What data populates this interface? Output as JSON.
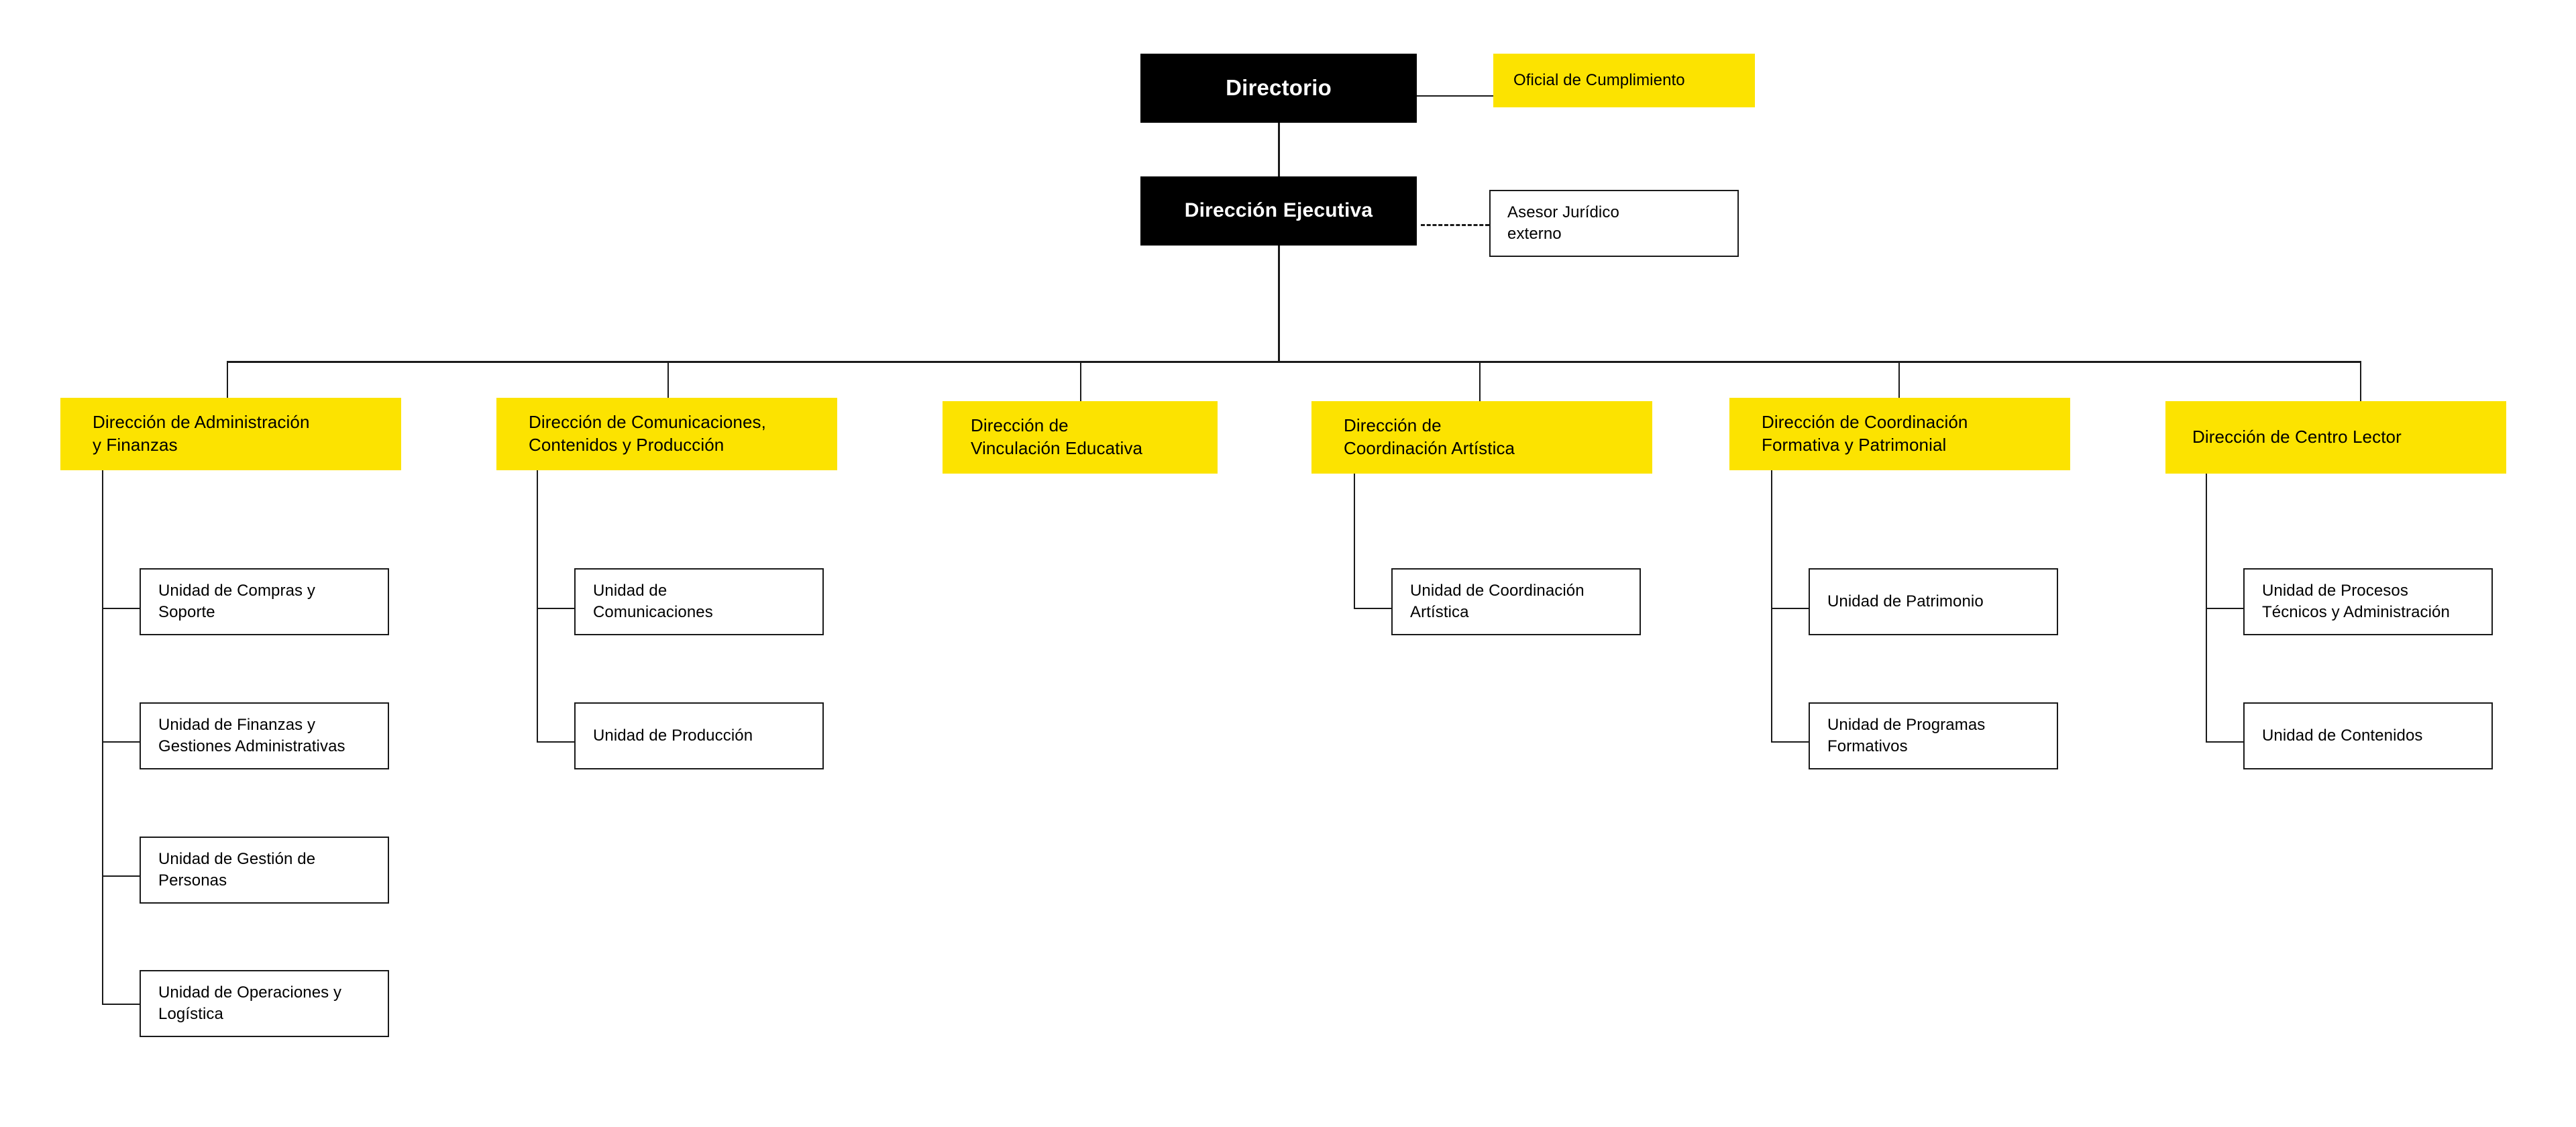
{
  "chart": {
    "title_nodes": {
      "directorio": "Directorio",
      "oficial_cumplimiento": "Oficial  de Cumplimiento",
      "direccion_ejecutiva": "Dirección Ejecutiva",
      "asesor_juridico": "Asesor Jurídico\nexterno"
    },
    "colors": {
      "accent_yellow": "#FCE300",
      "node_black": "#000000",
      "line": "#1A1A1A",
      "text_on_black": "#FFFFFF",
      "text_on_yellow": "#000000",
      "background": "#FFFFFF"
    },
    "directions": [
      {
        "label": "Dirección de Administración\ny Finanzas",
        "units": [
          "Unidad de Compras y\nSoporte",
          "Unidad de Finanzas y\nGestiones Administrativas",
          "Unidad de Gestión de\nPersonas",
          "Unidad de Operaciones y\nLogística"
        ]
      },
      {
        "label": "Dirección de Comunicaciones,\nContenidos y Producción",
        "units": [
          "Unidad de\nComunicaciones",
          "Unidad de Producción"
        ]
      },
      {
        "label": "Dirección de\nVinculación Educativa",
        "units": []
      },
      {
        "label": "Dirección de\nCoordinación Artística",
        "units": [
          "Unidad de Coordinación\nArtística"
        ]
      },
      {
        "label": "Dirección de Coordinación\nFormativa y Patrimonial",
        "units": [
          "Unidad de Patrimonio",
          "Unidad de Programas\nFormativos"
        ]
      },
      {
        "label": "Dirección de Centro Lector",
        "units": [
          "Unidad de Procesos\nTécnicos y Administración",
          "Unidad de Contenidos"
        ]
      }
    ]
  }
}
